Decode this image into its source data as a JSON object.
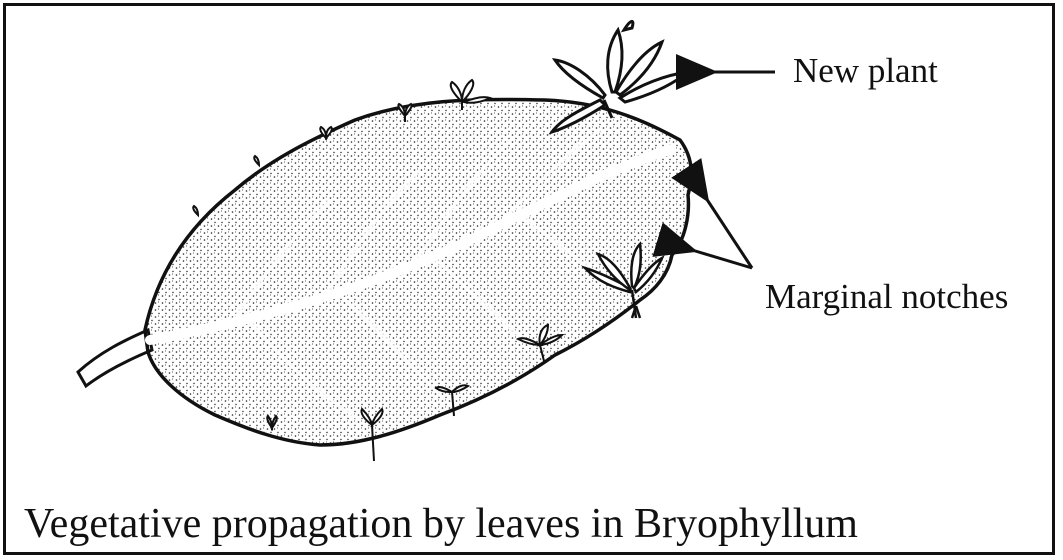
{
  "labels": {
    "new_plant": "New plant",
    "marginal_notches": "Marginal notches"
  },
  "caption": "Vegetative propagation by leaves in Bryophyllum",
  "colors": {
    "ink": "#111111",
    "background": "#ffffff"
  }
}
